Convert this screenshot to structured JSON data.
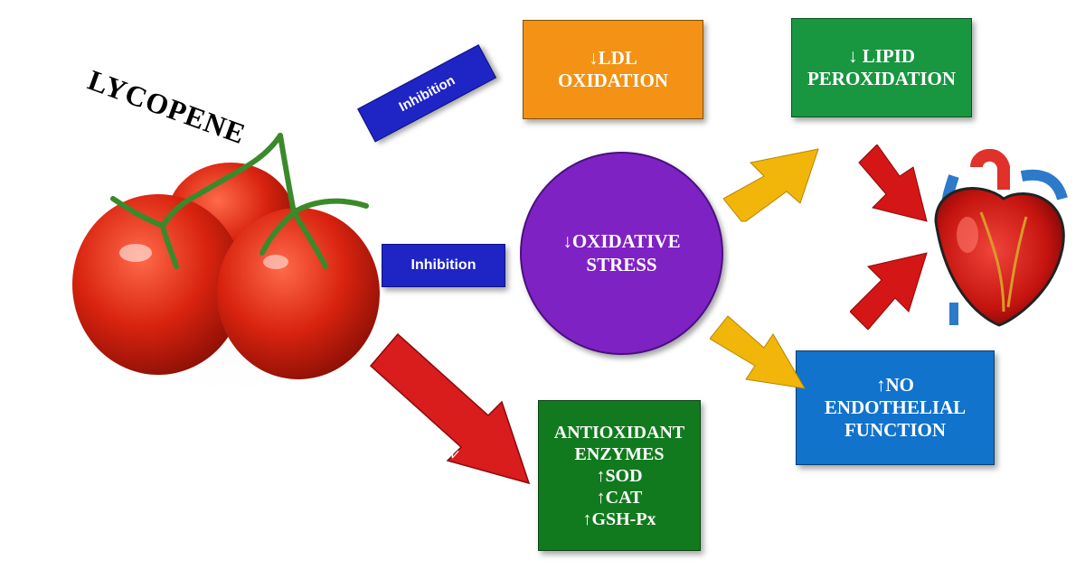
{
  "title": "LYCOPENE",
  "inhibition_top": "Inhibition",
  "inhibition_mid": "Inhibition",
  "activation": "ACTIVATION",
  "ldl_box": {
    "line1": "↓LDL",
    "line2": "OXIDATION",
    "color": "#f39214"
  },
  "lipid_box": {
    "line1": "↓ LIPID",
    "line2": "PEROXIDATION",
    "color": "#189640"
  },
  "oxidative_circle": {
    "line1": "↓OXIDATIVE",
    "line2": "STRESS",
    "color": "#7f22c4"
  },
  "antioxidant_box": {
    "lines": [
      "ANTIOXIDANT",
      "ENZYMES",
      "↑SOD",
      "↑CAT",
      "↑GSH-Px"
    ],
    "color": "#127a1e"
  },
  "no_box": {
    "line1": "↑NO",
    "line2": "ENDOTHELIAL",
    "line3": "FUNCTION",
    "color": "#1173cc"
  },
  "colors": {
    "inhibition_blue": "#1f24c4",
    "activation_red": "#d91c1c",
    "yellow_arrow": "#f2b50a",
    "red_arrow": "#d41616",
    "tomato": "#d42a14",
    "stem": "#3a8a2a"
  },
  "icons": [
    "tomato-illustration",
    "heart-illustration"
  ]
}
